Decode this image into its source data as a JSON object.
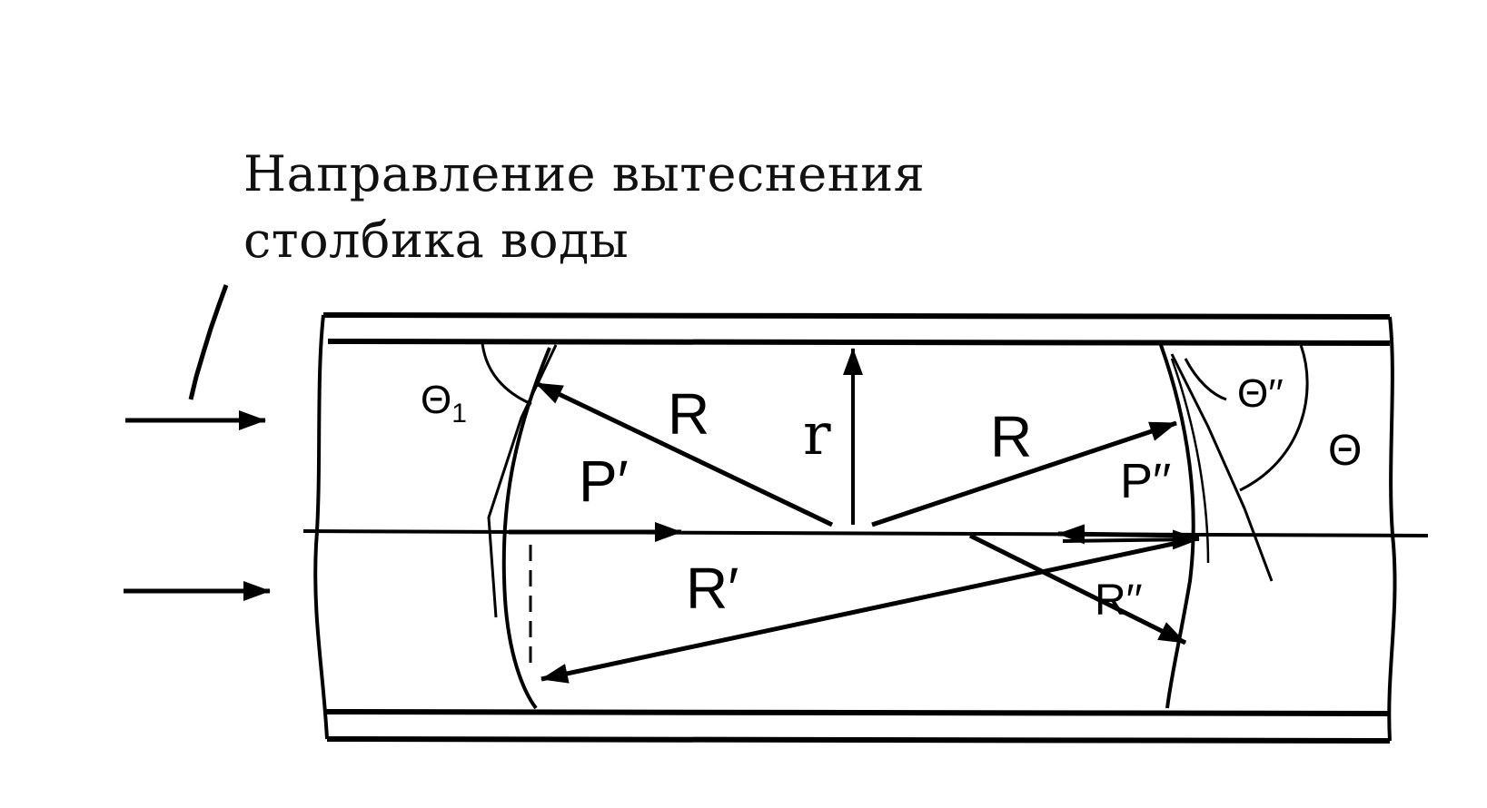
{
  "caption": {
    "line1": "Направление вытеснения",
    "line2": "столбика воды"
  },
  "labels": {
    "theta_1_main": "Θ",
    "theta_1_sub": "1",
    "R_upper_left": "R",
    "r_radius": "r",
    "R_upper_right": "R",
    "theta_double_prime": "Θ′′",
    "theta": "Θ",
    "P_prime": "P′",
    "P_double_prime": "P′′",
    "R_prime": "R′",
    "R_double_prime": "R′′"
  },
  "colors": {
    "ink": "#000000",
    "background": "#ffffff"
  }
}
